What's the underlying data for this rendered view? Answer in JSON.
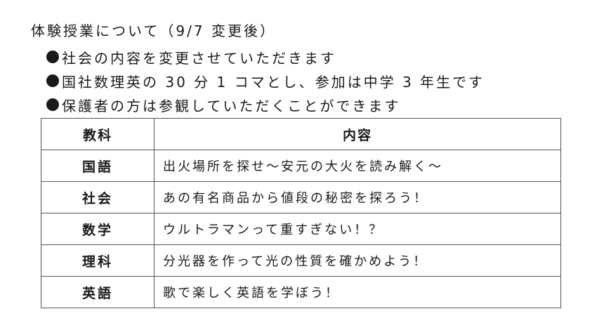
{
  "title": "体験授業について（9/7 変更後）",
  "bullets": [
    "社会の内容を変更させていただきます",
    "国社数理英の 30 分 1 コマとし、参加は中学 3 年生です",
    "保護者の方は参観していただくことができます"
  ],
  "table": {
    "headers": [
      "教科",
      "内容"
    ],
    "rows": [
      {
        "subject": "国語",
        "content": "出火場所を探せ～安元の大火を読み解く～"
      },
      {
        "subject": "社会",
        "content": "あの有名商品から値段の秘密を探ろう！"
      },
      {
        "subject": "数学",
        "content": "ウルトラマンって重すぎない！？"
      },
      {
        "subject": "理科",
        "content": "分光器を作って光の性質を確かめよう！"
      },
      {
        "subject": "英語",
        "content": "歌で楽しく英語を学ぼう！"
      }
    ]
  }
}
